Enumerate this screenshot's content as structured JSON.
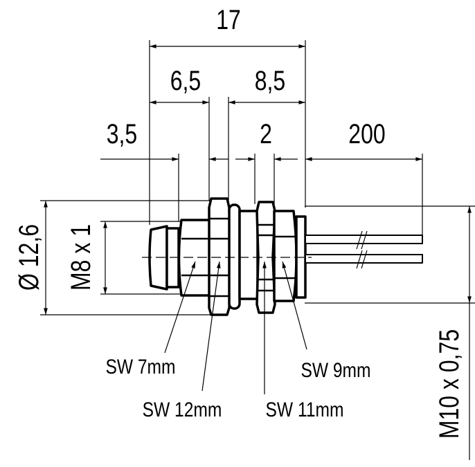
{
  "dimensions": {
    "overall_length": "17",
    "front_length": "6,5",
    "rear_length": "8,5",
    "gap_front": "3,5",
    "nut_width": "2",
    "cable_length": "200",
    "outer_diameter": "Ø 12,6",
    "front_thread": "M8 x 1",
    "rear_thread": "M10 x 0,75"
  },
  "labels": {
    "sw7": "SW 7mm",
    "sw12": "SW 12mm",
    "sw9": "SW 9mm",
    "sw11": "SW 11mm"
  }
}
